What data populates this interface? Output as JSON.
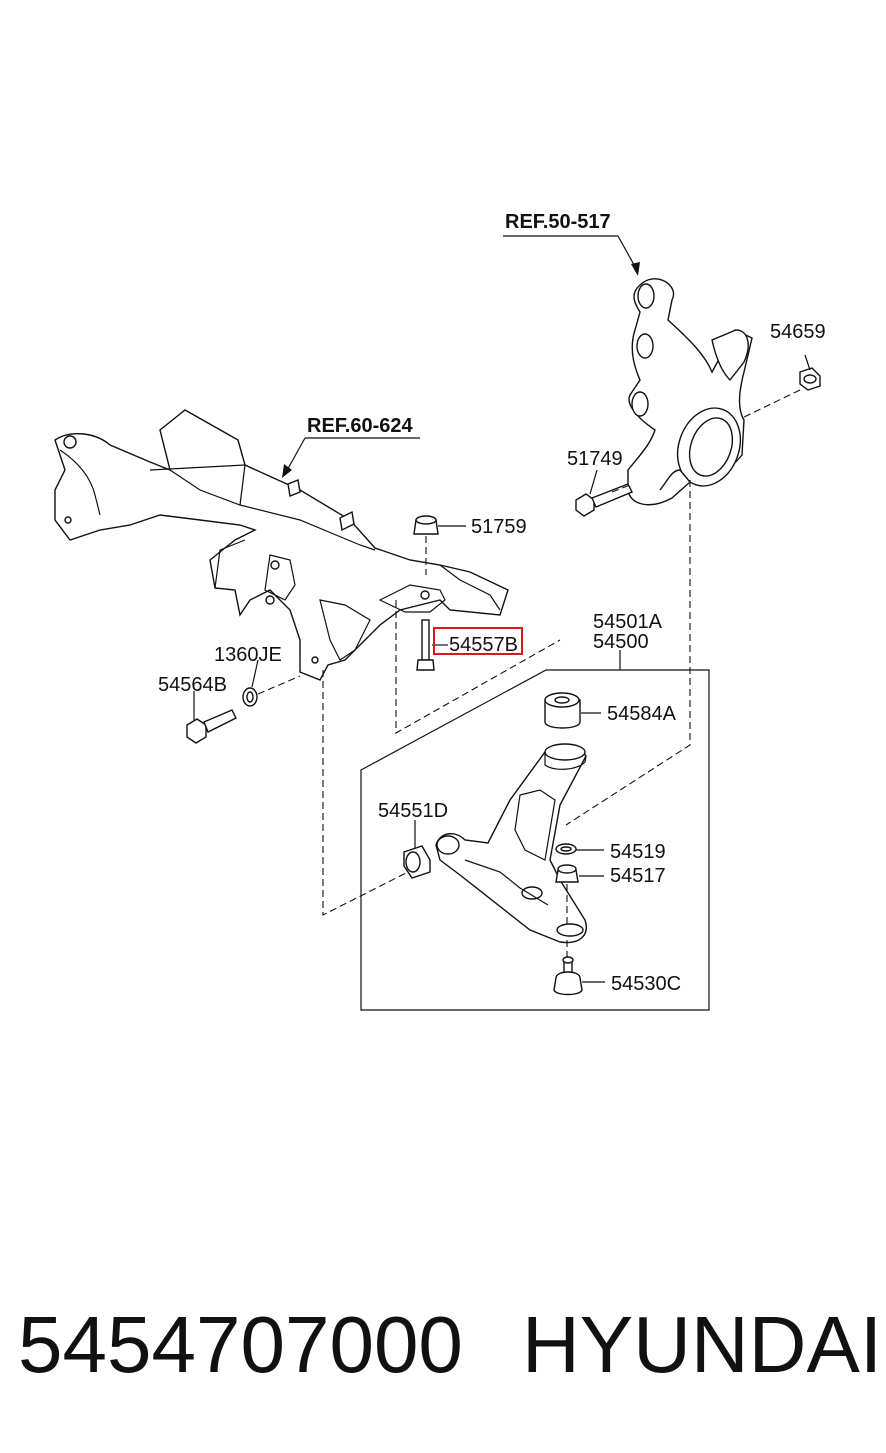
{
  "references": {
    "knuckle": "REF.50-517",
    "subframe": "REF.60-624"
  },
  "callouts": {
    "nut_54659": "54659",
    "bolt_51749": "51749",
    "nut_51759": "51759",
    "bolt_54557B": "54557B",
    "washer_1360JE": "1360JE",
    "bolt_54564B": "54564B",
    "assy_54501A": "54501A",
    "assy_54500": "54500",
    "bushing_54584A": "54584A",
    "bushing_54551D": "54551D",
    "ring_54519": "54519",
    "boot_54517": "54517",
    "balljoint_54530C": "54530C"
  },
  "highlighted_part": "54557B",
  "highlight_color": "#e0141e",
  "footer": {
    "part_number": "5454707000",
    "brand": "HYUNDAI"
  }
}
